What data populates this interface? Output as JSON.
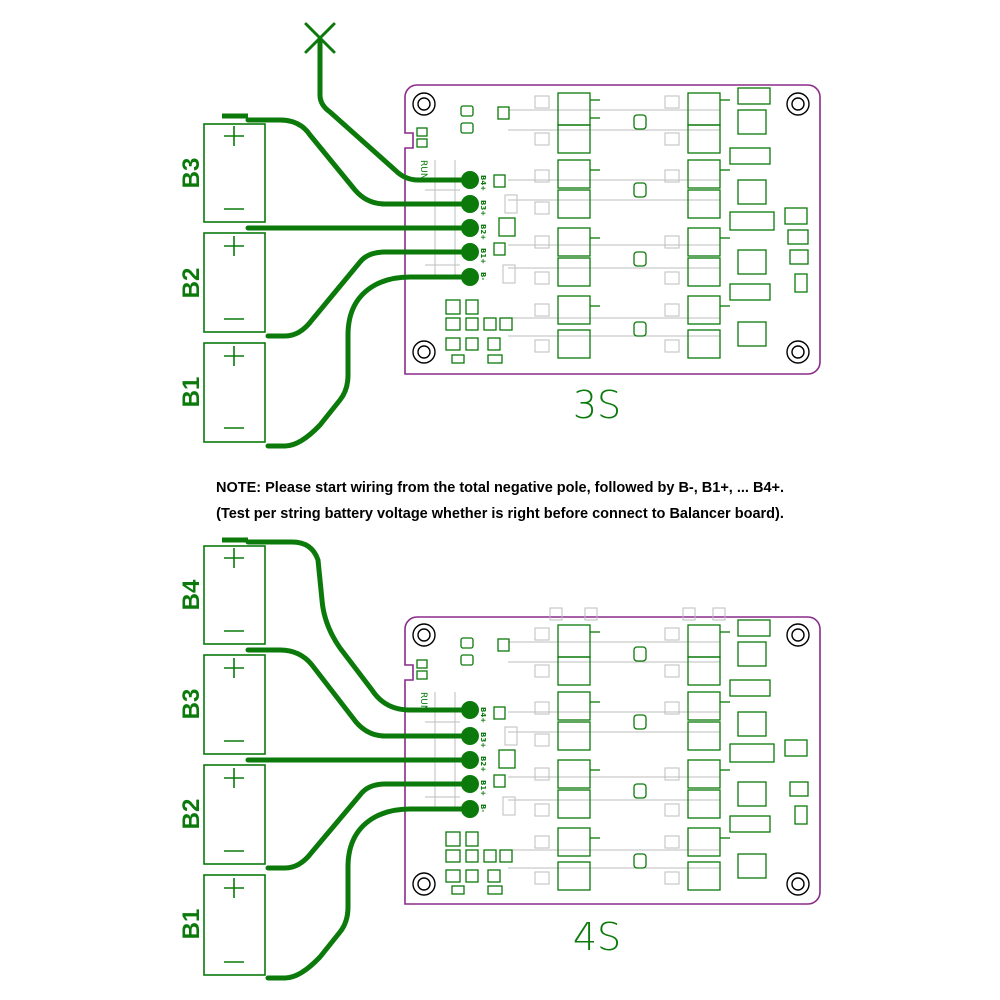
{
  "note": {
    "line1": "NOTE: Please start wiring from the total negative pole, followed by B-, B1+, ... B4+.",
    "line2": "(Test per string battery voltage whether is right before connect to Balancer board)."
  },
  "diagram_3s": {
    "board_label": "3S",
    "run_label": "RUN",
    "batteries": [
      "B3",
      "B2",
      "B1"
    ],
    "pins": [
      "B4+",
      "B3+",
      "B2+",
      "B1+",
      "B-"
    ],
    "plus_symbol": "+",
    "minus_symbol": "—",
    "unused_marker": "X"
  },
  "diagram_4s": {
    "board_label": "4S",
    "run_label": "RUN",
    "batteries": [
      "B4",
      "B3",
      "B2",
      "B1"
    ],
    "pins": [
      "B4+",
      "B3+",
      "B2+",
      "B1+",
      "B-"
    ],
    "plus_symbol": "+",
    "minus_symbol": "—"
  },
  "colors": {
    "wire": "#0b7a0b",
    "board_outline": "#8a2b8a",
    "components": "#bdbdbd",
    "text": "#000000"
  }
}
